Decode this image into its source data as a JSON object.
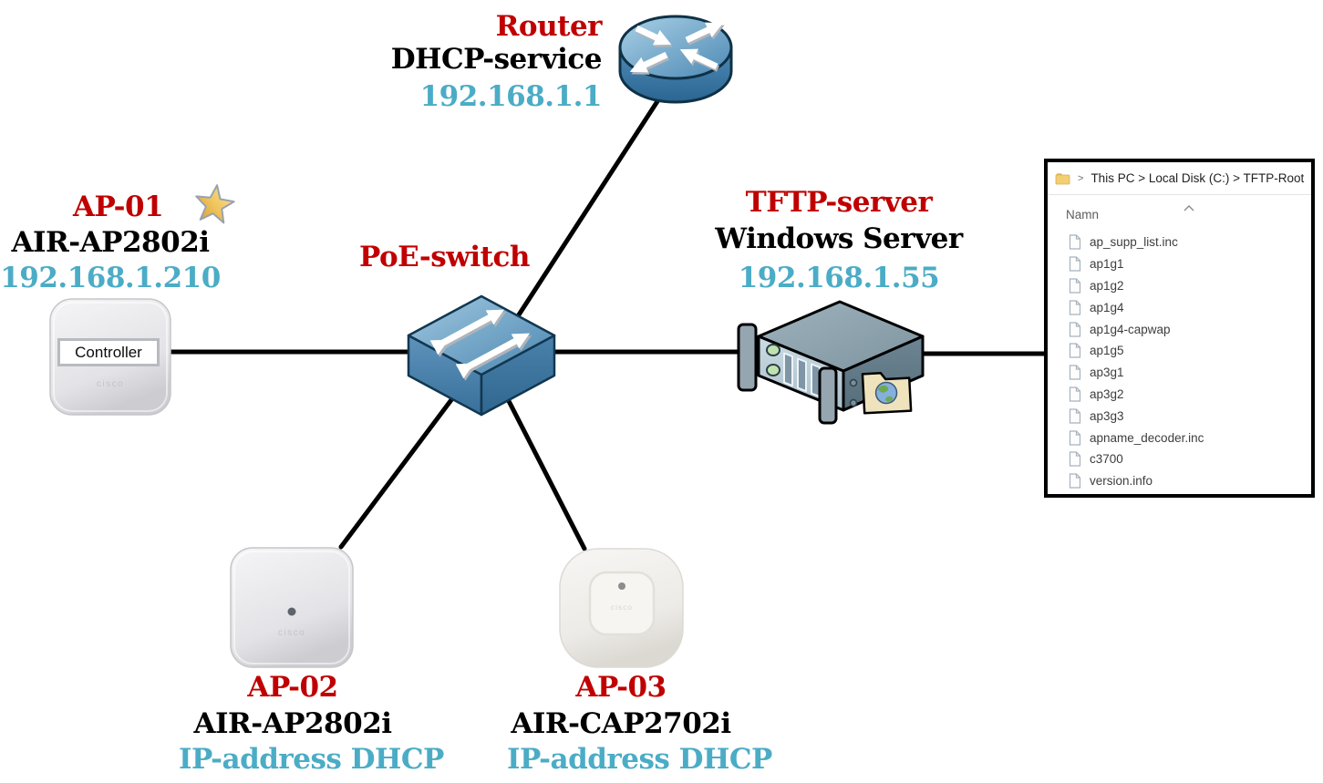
{
  "diagram": {
    "router": {
      "name": "Router",
      "line2": "DHCP-service",
      "line3": "192.168.1.1"
    },
    "poe_switch": {
      "name": "PoE-switch"
    },
    "tftp_server": {
      "name": "TFTP-server",
      "line2": "Windows Server",
      "line3": "192.168.1.55"
    },
    "ap01": {
      "name": "AP-01",
      "model": "AIR-AP2802i",
      "line3": "192.168.1.210",
      "controller_label": "Controller",
      "brand": "cisco"
    },
    "ap02": {
      "name": "AP-02",
      "model": "AIR-AP2802i",
      "line3": "IP-address DHCP",
      "brand": "cisco"
    },
    "ap03": {
      "name": "AP-03",
      "model": "AIR-CAP2702i",
      "line3": "IP-address DHCP",
      "brand": "cisco"
    }
  },
  "explorer": {
    "nav_chevron": ">",
    "breadcrumb": "This PC > Local Disk (C:) > TFTP-Root",
    "column_header": "Namn",
    "files": [
      "ap_supp_list.inc",
      "ap1g1",
      "ap1g2",
      "ap1g4",
      "ap1g4-capwap",
      "ap1g5",
      "ap3g1",
      "ap3g2",
      "ap3g3",
      "apname_decoder.inc",
      "c3700",
      "version.info"
    ]
  },
  "colors": {
    "label_red": "#C00000",
    "label_teal": "#4BACC6",
    "device_blue": "#4C86B0",
    "line_black": "#000000",
    "star_gold": "#E8B13F"
  }
}
